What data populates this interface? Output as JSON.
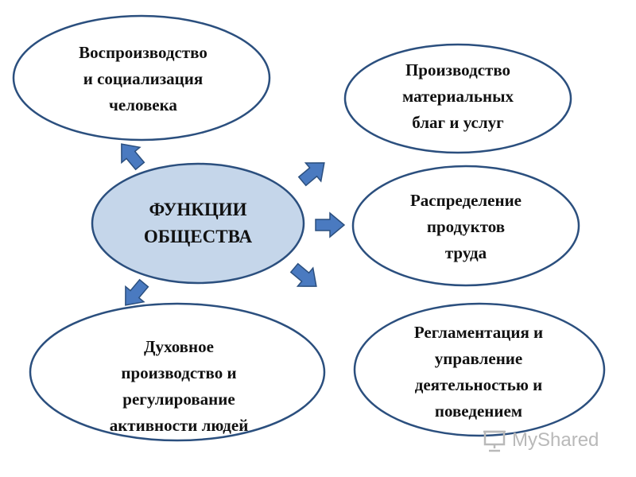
{
  "center": {
    "lines": [
      "ФУНКЦИИ",
      "ОБЩЕСТВА"
    ]
  },
  "nodes": [
    {
      "id": "reproduction",
      "lines": [
        "Воспроизводство",
        "и социализация",
        "человека"
      ]
    },
    {
      "id": "production",
      "lines": [
        "Производство",
        "материальных",
        "благ и услуг"
      ]
    },
    {
      "id": "distribution",
      "lines": [
        "Распределение",
        "продуктов",
        "труда"
      ]
    },
    {
      "id": "regulation",
      "lines": [
        "Регламентация и",
        "управление",
        "деятельностью и",
        "поведением"
      ]
    },
    {
      "id": "spiritual",
      "lines": [
        "Духовное",
        "производство и",
        "регулирование",
        "активности людей"
      ]
    }
  ],
  "watermark": {
    "text": "MyShared"
  },
  "colors": {
    "center_fill": "#c5d6ea",
    "outline": "#2b4f7e",
    "arrow_fill": "#4a7ac0"
  }
}
